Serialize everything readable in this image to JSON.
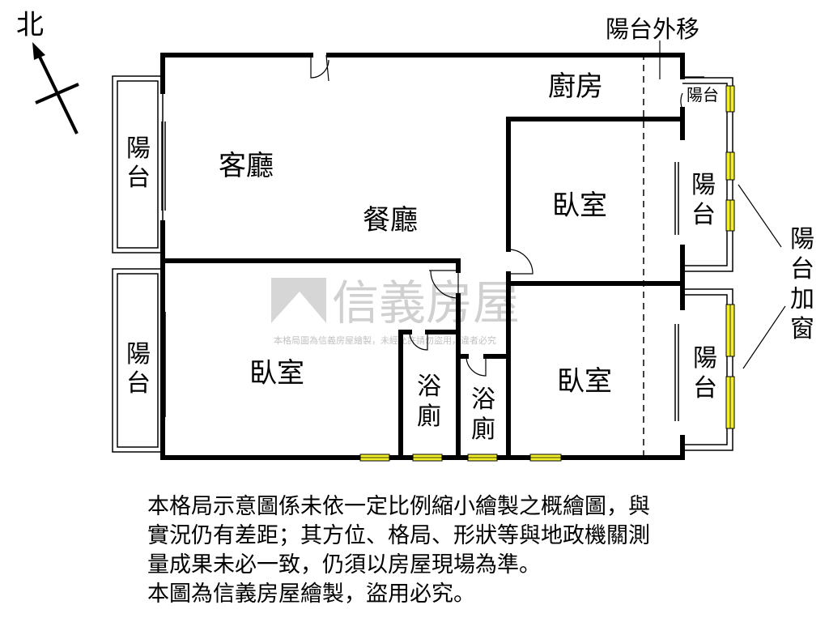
{
  "compass": {
    "north_label": "北"
  },
  "rooms": {
    "living_room": "客廳",
    "dining_room": "餐廳",
    "kitchen": "廚房",
    "bedroom_top_right": "臥室",
    "bedroom_bottom_left": "臥室",
    "bedroom_bottom_right": "臥室",
    "bath_1_line1": "浴",
    "bath_1_line2": "廁",
    "bath_2_line1": "浴",
    "bath_2_line2": "廁"
  },
  "balconies": {
    "left_top_line1": "陽",
    "left_top_line2": "台",
    "left_bottom_line1": "陽",
    "left_bottom_line2": "台",
    "right_mid_line1": "陽",
    "right_mid_line2": "台",
    "right_bottom_line1": "陽",
    "right_bottom_line2": "台",
    "small_top_right": "陽台"
  },
  "annotations": {
    "balcony_moved_out": "陽台外移",
    "balcony_window_line1": "陽",
    "balcony_window_line2": "台",
    "balcony_window_line3": "加",
    "balcony_window_line4": "窗"
  },
  "watermark": {
    "brand": "信義房屋",
    "notice": "本格局圖為信義房屋繪製，未經允許請勿盜用，違者必究"
  },
  "disclaimer": {
    "line1": "本格局示意圖係未依一定比例縮小繪製之概繪圖，與",
    "line2": "實況仍有差距；其方位、格局、形狀等與地政機關測",
    "line3": "量成果未必一致，仍須以房屋現場為準。",
    "line4": "本圖為信義房屋繪製，盜用必究。"
  },
  "colors": {
    "wall": "#000000",
    "window": "#f2ee2a",
    "watermark": "#c8c8c8"
  }
}
